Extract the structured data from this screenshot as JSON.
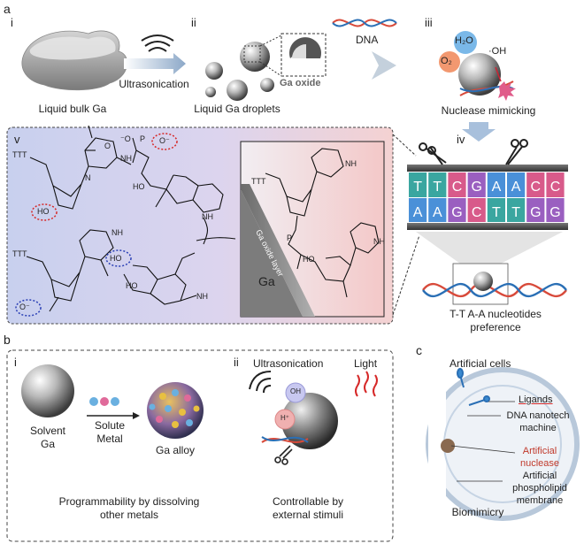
{
  "panel_a": {
    "letter": "a",
    "step_i": "i",
    "step_ii": "ii",
    "step_iii": "iii",
    "step_iv": "iv",
    "step_v": "v",
    "bulk_label": "Liquid bulk Ga",
    "ultrasonication": "Ultrasonication",
    "droplets_label": "Liquid Ga droplets",
    "ga_oxide": "Ga oxide",
    "dna": "DNA",
    "h2o": "H₂O",
    "o2": "O₂",
    "oh": "·OH",
    "nuclease_label": "Nuclease mimicking",
    "dna_top": [
      "T",
      "T",
      "C",
      "G",
      "A",
      "A",
      "C",
      "C"
    ],
    "dna_bottom": [
      "A",
      "A",
      "G",
      "C",
      "T",
      "T",
      "G",
      "G"
    ],
    "preference_line1": "T-T A-A nucleotides",
    "preference_line2": "preference",
    "ga_label": "Ga",
    "ga_oxide_layer": "Ga oxide layer",
    "chem": {
      "ttt": "TTT",
      "ho": "HO",
      "nh": "NH",
      "n": "N",
      "o": "O",
      "p": "P",
      "o_minus": "O⁻",
      "minus_o": "⁻O"
    }
  },
  "panel_b": {
    "letter": "b",
    "sub_i": "i",
    "sub_ii": "ii",
    "solvent": "Solvent",
    "ga": "Ga",
    "solute": "Solute",
    "metal": "Metal",
    "ga_alloy": "Ga alloy",
    "caption_i_line1": "Programmability by dissolving",
    "caption_i_line2": "other metals",
    "ultrasonication": "Ultrasonication",
    "light": "Light",
    "oh": "OH",
    "h_plus": "H⁺",
    "caption_ii_line1": "Controllable by",
    "caption_ii_line2": "external stimuli"
  },
  "panel_c": {
    "letter": "c",
    "title": "Artificial cells",
    "ligands": "Ligands",
    "dna_nano_1": "DNA nanotech",
    "dna_nano_2": "machine",
    "art_nuc_1": "Artificial",
    "art_nuc_2": "nuclease",
    "art_phos_1": "Artificial",
    "art_phos_2": "phospholipid",
    "art_phos_3": "membrane",
    "biomimicry": "Biomimicry"
  },
  "colors": {
    "dna_red": "#d84a3a",
    "dna_blue": "#2a6fb5",
    "base_T": "#3aa6a0",
    "base_C": "#d85a8a",
    "base_G": "#9a5fc0",
    "base_A": "#4a90d8",
    "panel_blue": "#cdd6f0",
    "panel_pink": "#f5d5d5",
    "highlight_red": "#d62828",
    "highlight_blue": "#2a3fb5"
  }
}
